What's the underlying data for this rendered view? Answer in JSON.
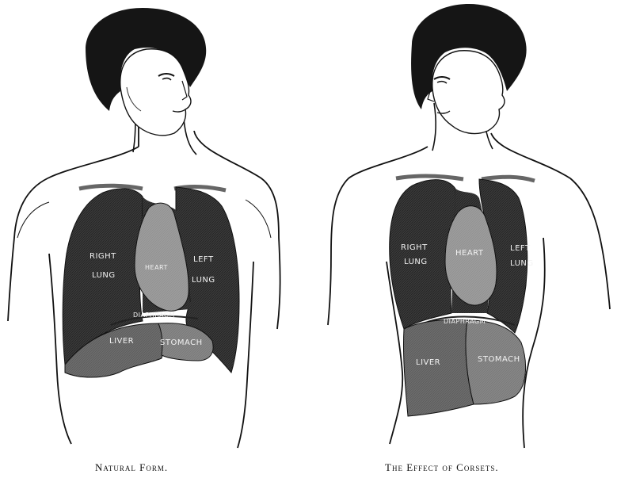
{
  "figures": [
    {
      "caption": "Natural Form.",
      "labels": {
        "right_lung_1": "RIGHT",
        "right_lung_2": "LUNG",
        "left_lung_1": "LEFT",
        "left_lung_2": "LUNG",
        "heart": "HEART",
        "diaphragm": "DIAPHRAGM",
        "liver": "LIVER",
        "stomach": "STOMACH"
      }
    },
    {
      "caption": "The Effect of Corsets.",
      "labels": {
        "right_lung_1": "RIGHT",
        "right_lung_2": "LUNG",
        "left_lung_1": "LEFT",
        "left_lung_2": "LUNG",
        "heart": "HEART",
        "diaphragm": "DIAPHRAGM",
        "liver": "LIVER",
        "stomach": "STOMACH"
      }
    }
  ],
  "colors": {
    "ink": "#111111",
    "lung": "#3a3a3a",
    "heart": "#9a9a9a",
    "liver": "#6e6e6e",
    "stomach": "#8a8a8a"
  }
}
